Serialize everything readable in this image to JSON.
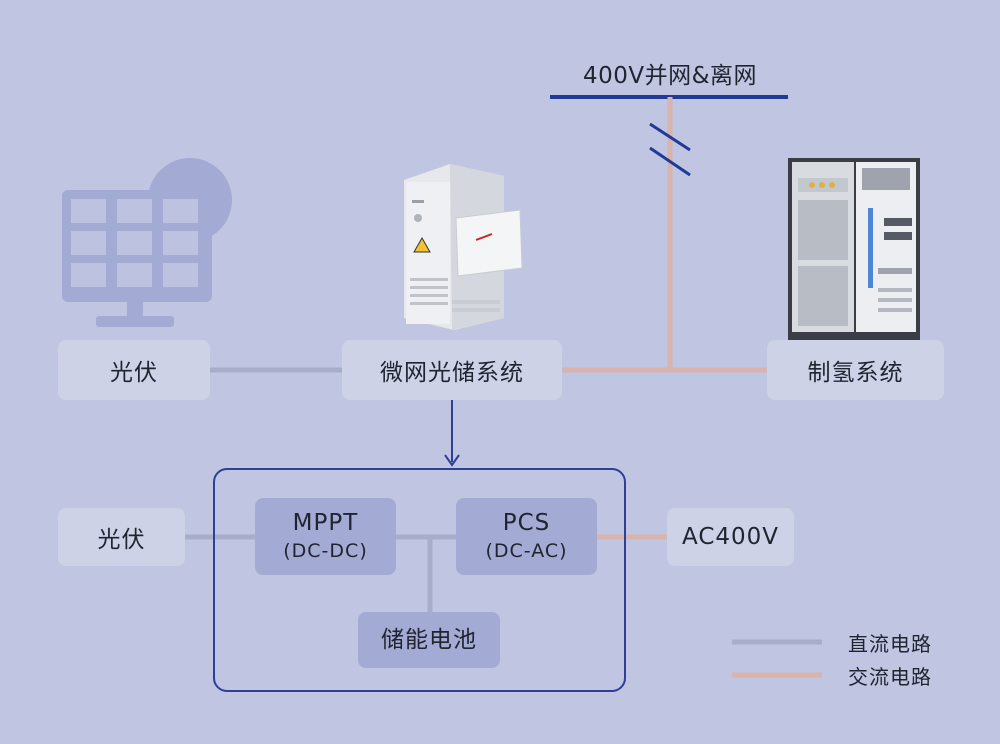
{
  "diagram": {
    "grid": {
      "label": "400V并网&离网"
    },
    "top_row": {
      "pv_label": "光伏",
      "microgrid_label": "微网光储系统",
      "hydrogen_label": "制氢系统"
    },
    "detail": {
      "pv_label": "光伏",
      "mppt": {
        "title": "MPPT",
        "subtitle": "(DC-DC)"
      },
      "pcs": {
        "title": "PCS",
        "subtitle": "(DC-AC)"
      },
      "battery_label": "储能电池",
      "ac_label": "AC400V"
    },
    "legend": {
      "dc_label": "直流电路",
      "ac_label": "交流电路"
    },
    "colors": {
      "dc_line": "#a8aec8",
      "ac_line": "#d9b3ad",
      "grid_bus": "#1f3a97",
      "accent_border": "#2f3f95",
      "light_box": "#cdd2e7",
      "dark_box": "#a3aad3"
    },
    "icons": {
      "solar": "solar-panel-icon",
      "microgrid": "storage-cabinet-icon",
      "hydrogen": "hydrogen-cabinet-icon"
    }
  }
}
